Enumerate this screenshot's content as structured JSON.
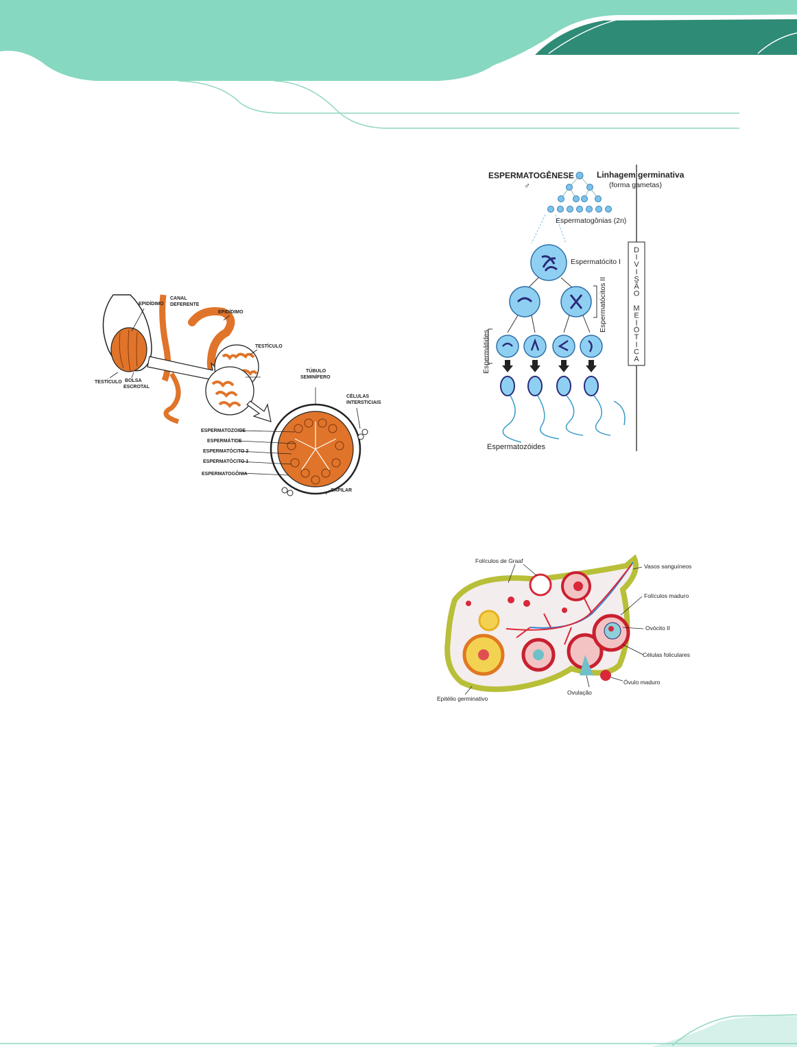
{
  "colors": {
    "mint": "#86d8c0",
    "teal": "#2e8b76",
    "line": "#8fd6c2",
    "orange": "#e0742a",
    "blue": "#5aa8d8",
    "red": "#d8283a"
  },
  "testis_figure": {
    "labels": {
      "epididimo_left": "EPIDÍDIMO",
      "canal": "CANAL",
      "deferente": "DEFERENTE",
      "epididimo_right": "EPIDÍDIMO",
      "testiculo_right": "TESTÍCULO",
      "testiculo_left": "TESTÍCULO",
      "bolsa": "BOLSA",
      "escrotal": "ESCROTAL",
      "tubulo": "TÚBULO",
      "seminifero": "SEMINÍFERO",
      "celulas": "CÉLULAS",
      "intersticiais": "INTERSTICIAIS",
      "espermatozoide": "ESPERMATOZOIDE",
      "espermatide": "ESPERMÁTIDE",
      "espermatocito2": "ESPERMATÓCITO 2",
      "espermatocito1": "ESPERMATÓCITO 1",
      "espermatogonia": "ESPERMATOGÔNIA",
      "capilar": "CAPILAR"
    }
  },
  "spermatogenesis_figure": {
    "title": "ESPERMATOGÊNESE",
    "symbol": "♂",
    "lineage": "Linhagem germinativa",
    "lineage_sub": "(forma gametas)",
    "espermatogonias": "Espermatogônias (2n)",
    "espermatocito1": "Espermatócito I",
    "espermatocitos2": "Espermatócitos II",
    "espermatides": "Espermátides",
    "espermatozoides": "Espermatozóides",
    "divisao": [
      "D",
      "I",
      "V",
      "I",
      "S",
      "Ã",
      "O"
    ],
    "meiotica": [
      "M",
      "E",
      "I",
      "Ó",
      "T",
      "I",
      "C",
      "A"
    ]
  },
  "ovary_figure": {
    "labels": {
      "foliculos_graaf": "Folículos de Graaf",
      "vasos": "Vasos sanguíneos",
      "foliculos_maduro": "Folículos maduro",
      "ovocito": "Ovócito II",
      "celulas_foliculares": "Células foliculares",
      "ovulo": "Óvulo maduro",
      "ovulacao": "Ovulação",
      "epitelio": "Epitélio germinativo"
    }
  }
}
